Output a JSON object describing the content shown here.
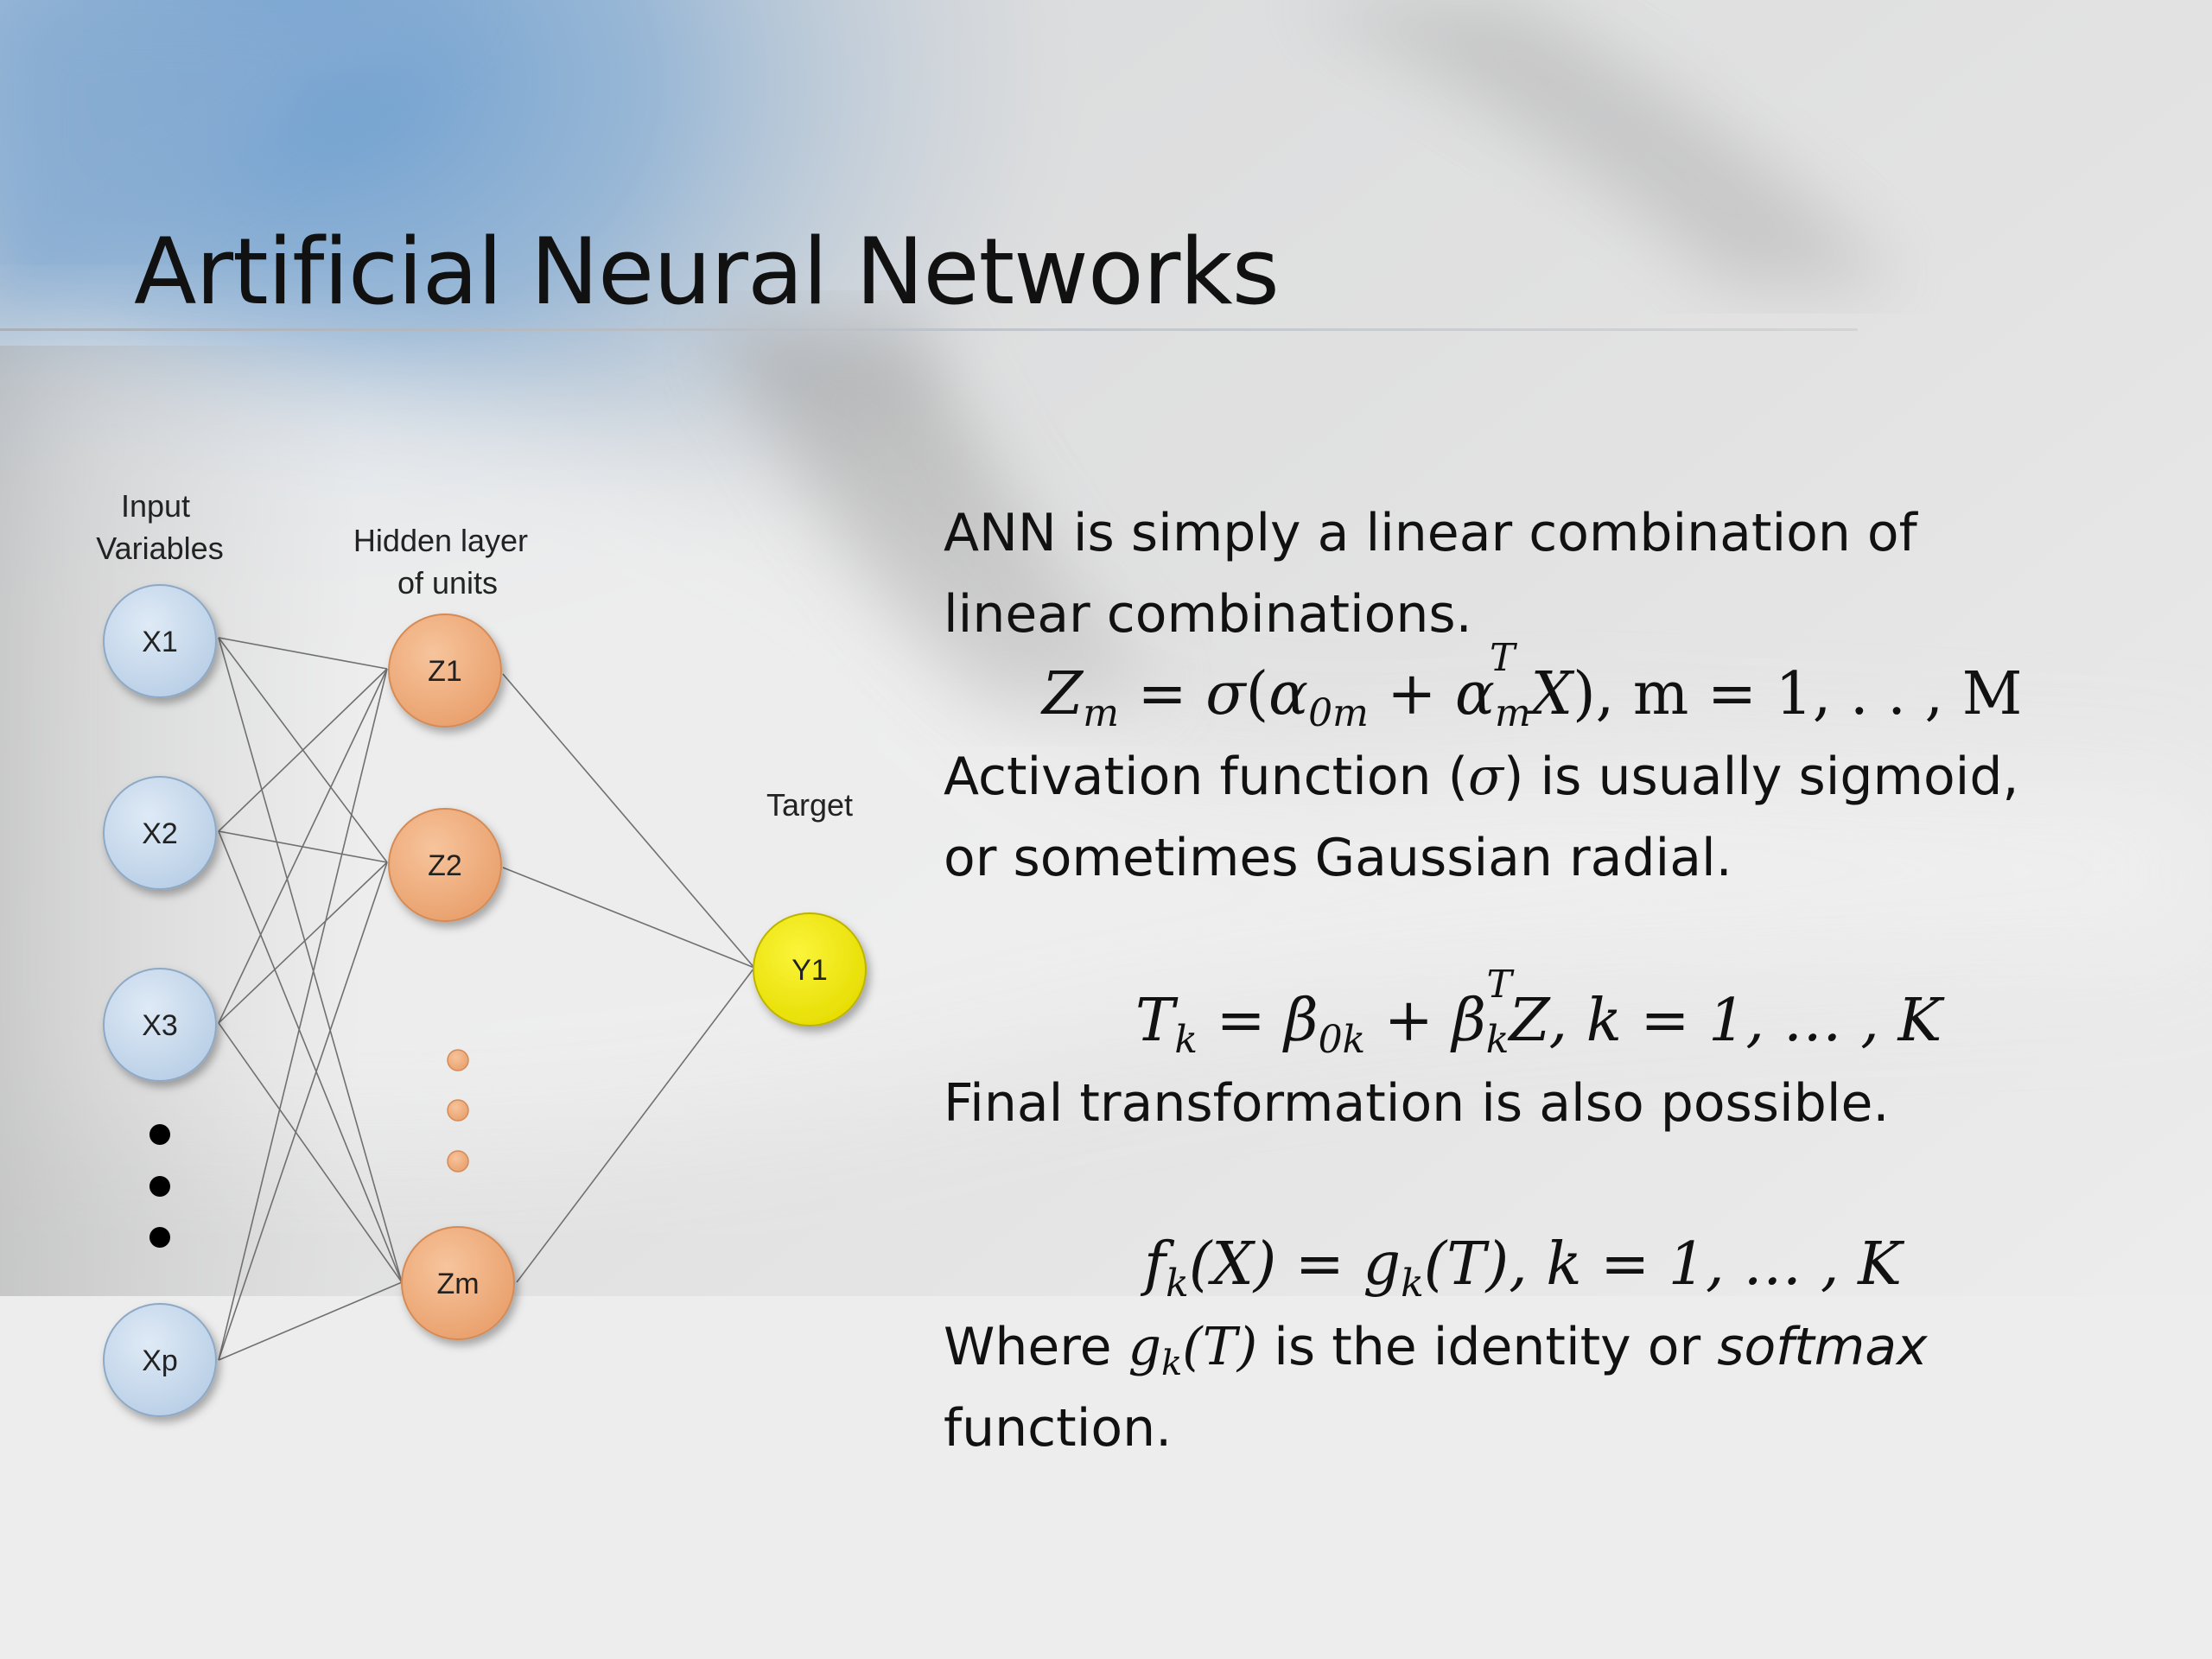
{
  "slide": {
    "title": "Artificial Neural Networks",
    "colors": {
      "input_node": "#c9dcef",
      "hidden_node": "#f2b182",
      "output_node": "#f1ea00",
      "edge": "#777777"
    }
  },
  "diagram": {
    "input_header": [
      "Input",
      "Variables"
    ],
    "hidden_header": [
      "Hidden layer",
      "of units"
    ],
    "target_header": "Target",
    "input_nodes": [
      "X1",
      "X2",
      "X3",
      "Xp"
    ],
    "hidden_nodes": [
      "Z1",
      "Z2",
      "Zm"
    ],
    "output_nodes": [
      "Y1"
    ]
  },
  "body": {
    "line1": "ANN is simply a linear combination of",
    "line2": "linear combinations.",
    "eq1": {
      "Z": "Z",
      "Z_sub": "m",
      "eqsign": " = ",
      "sigma": "σ",
      "open": "(",
      "a0": "α",
      "a0_sub": "0m",
      "plus": " + ",
      "a": "α",
      "a_sup": "T",
      "a_sub": "m",
      "X": "X",
      "rest": "), m = 1, . . , M"
    },
    "line3_a": "Activation function (",
    "line3_sigma": "σ",
    "line3_b": ") is usually sigmoid,",
    "line4": "or sometimes Gaussian radial.",
    "eq2": {
      "T": "T",
      "T_sub": "k",
      "eqsign": " = ",
      "b0": "β",
      "b0_sub": "0k",
      "plus": " + ",
      "b": "β",
      "b_sup": "T",
      "b_sub": "k",
      "rest": "Z, k = 1, … , K"
    },
    "line5": "Final transformation is also possible.",
    "eq3": {
      "f": "f",
      "f_sub": "k",
      "fargs": "(X) = ",
      "g": "g",
      "g_sub": "k",
      "rest": "(T), k = 1, … , K"
    },
    "line6_a": "Where ",
    "line6_g": "g",
    "line6_g_sub": "k",
    "line6_T": "(T)",
    "line6_b": " is the identity or ",
    "line6_soft": "softmax",
    "line7": "function."
  }
}
